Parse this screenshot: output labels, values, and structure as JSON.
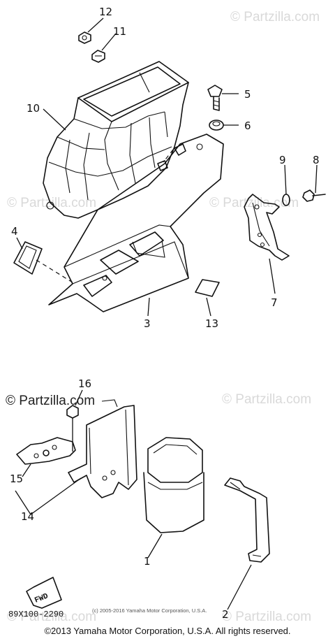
{
  "watermarks": [
    "© Partzilla.com",
    "© Partzilla.com",
    "© Partzilla.com",
    "© Partzilla.com",
    "© Partzilla.com",
    "© Partzilla.com"
  ],
  "watermark_main": "© Partzilla.com",
  "callouts": [
    "12",
    "11",
    "5",
    "6",
    "10",
    "9",
    "8",
    "4",
    "7",
    "3",
    "13",
    "16",
    "15",
    "14",
    "1",
    "2"
  ],
  "fwd_label": "FWD",
  "diagram_code": "89X100-2290",
  "small_copyright": "(c) 2005-2016 Yamaha Motor Corporation, U.S.A.",
  "footer": "©2013 Yamaha Motor Corporation, U.S.A. All rights reserved."
}
